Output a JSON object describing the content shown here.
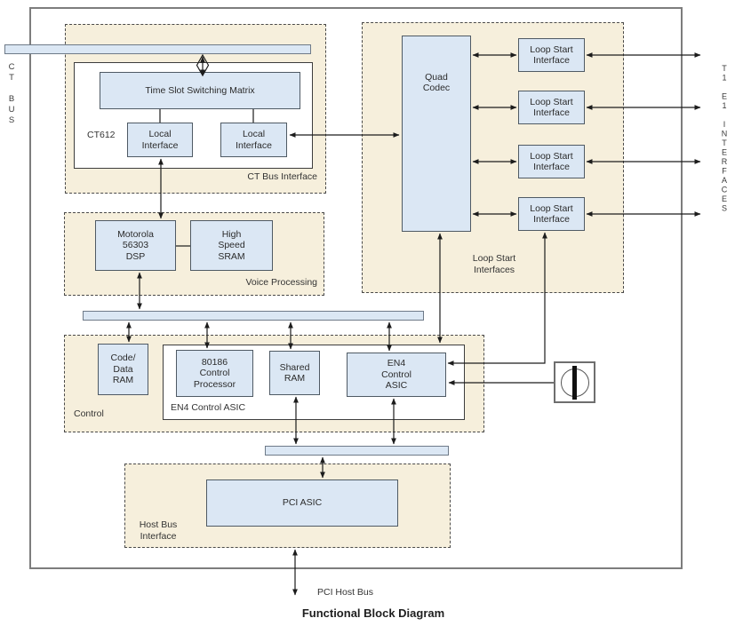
{
  "caption": "Functional Block Diagram",
  "side_labels": {
    "left_bus": "CT BUS",
    "right_interfaces": "T1 E1 INTERFACES"
  },
  "regions": {
    "ct_bus_interface": {
      "label": "CT Bus Interface",
      "chip_label": "CT612"
    },
    "voice_processing": {
      "label": "Voice Processing"
    },
    "control": {
      "label": "Control",
      "asic_group_label": "EN4 Control ASIC"
    },
    "loop_start": {
      "label": "Loop Start\nInterfaces"
    },
    "host_bus": {
      "label": "Host Bus\nInterface"
    }
  },
  "blocks": {
    "time_slot_switching_matrix": "Time Slot Switching Matrix",
    "local_interface_left": "Local\nInterface",
    "local_interface_right": "Local\nInterface",
    "dsp": "Motorola\n56303\nDSP",
    "high_speed_sram": "High\nSpeed\nSRAM",
    "code_data_ram": "Code/\nData\nRAM",
    "control_processor": "80186\nControl\nProcessor",
    "shared_ram": "Shared\nRAM",
    "en4_control_asic": "EN4\nControl\nASIC",
    "quad_codec": "Quad\nCodec",
    "pci_asic": "PCI ASIC",
    "loop_start_interfaces": [
      "Loop Start\nInterface",
      "Loop Start\nInterface",
      "Loop Start\nInterface",
      "Loop Start\nInterface"
    ]
  },
  "labels": {
    "pci_host_bus": "PCI Host Bus"
  },
  "colors": {
    "block_fill": "#dbe7f4",
    "region_fill": "#f6efdc",
    "block_border": "#4f5a64",
    "board_border": "#7d7d7d",
    "wire": "#1c1c1c"
  }
}
